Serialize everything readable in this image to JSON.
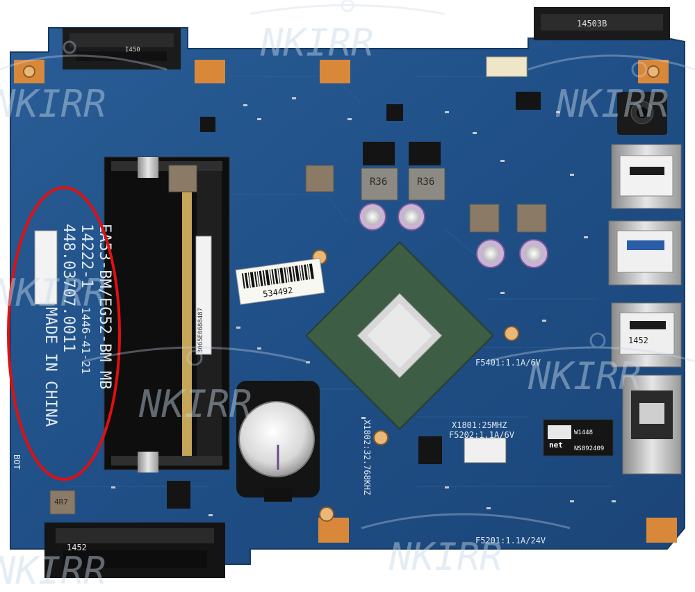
{
  "watermark": {
    "text": "NKIRR"
  },
  "board": {
    "model_line": "EA53-BM/EG52-BM MB",
    "part_line": "14222-1",
    "date_code": "1446-41-21",
    "serial_line": "448.03707.0011",
    "origin": "MADE IN CHINA",
    "side_label": "BOT"
  },
  "connectors": {
    "top_sata": "I450",
    "bottom_sata": "1452",
    "wlan": "14503B",
    "usb_c": "1452"
  },
  "chips": {
    "lan_chip_brand": "net",
    "lan_chip_code": "W1448",
    "lan_chip_part": "NS892409"
  },
  "inductors": {
    "r36_a": "R36",
    "r36_b": "R36",
    "r47": "4R7"
  },
  "sticker": {
    "number": "534492",
    "ram_label": "3065E0688487"
  },
  "labels": {
    "fuse_5401": "F5401:1.1A/6V",
    "crystal_1801": "X1801:25MHZ",
    "fuse_5202": "F5202:1.1A/6V",
    "crystal_1802": "X1802:32.768KHZ",
    "fuse_5201": "F5201:1.1A/24V"
  },
  "colors": {
    "pcb": "#1f4f86",
    "annotation_ellipse": "#e01010",
    "pads": "#d9883a"
  }
}
